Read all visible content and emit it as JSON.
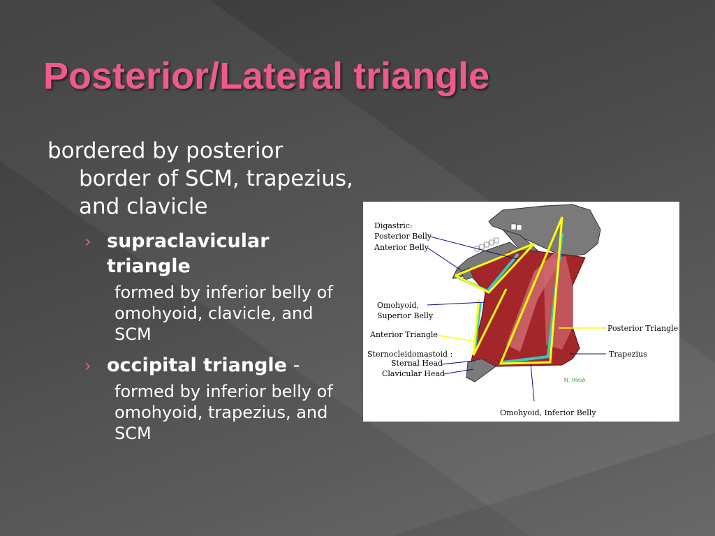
{
  "slide": {
    "title": "Posterior/Lateral triangle",
    "intro": "bordered by posterior border of SCM, trapezius, and clavicle",
    "subpoints": [
      {
        "heading": "supraclavicular triangle",
        "suffix": "",
        "detail": "formed by inferior belly of omohyoid, clavicle, and SCM"
      },
      {
        "heading": "occipital triangle",
        "suffix": " -",
        "detail": "formed by inferior belly of omohyoid, trapezius, and SCM"
      }
    ]
  },
  "figure": {
    "labels": {
      "digastric": "Digastric:",
      "posterior_belly": "Posterior Belly",
      "anterior_belly": "Anterior Belly",
      "omohyoid": "Omohyoid,",
      "superior_belly": "Superior Belly",
      "anterior_triangle": "Anterior Triangle",
      "sternocleidomastoid": "Sternocleidomastoid :",
      "sternal_head": "Sternal Head",
      "clavicular_head": "Clavicular Head",
      "posterior_triangle": "Posterior Triangle",
      "trapezius": "Trapezius",
      "omohyoid_inferior": "Omohyoid, Inferior Belly",
      "signature": "M. Webb"
    },
    "colors": {
      "muscle": "#a3262b",
      "muscle_light": "#cf6a6e",
      "bone": "#7a7a7a",
      "triangle_outline": "#ffff00",
      "omohyoid_line": "#36c9c0",
      "leader_line": "#0a0a8c"
    }
  }
}
